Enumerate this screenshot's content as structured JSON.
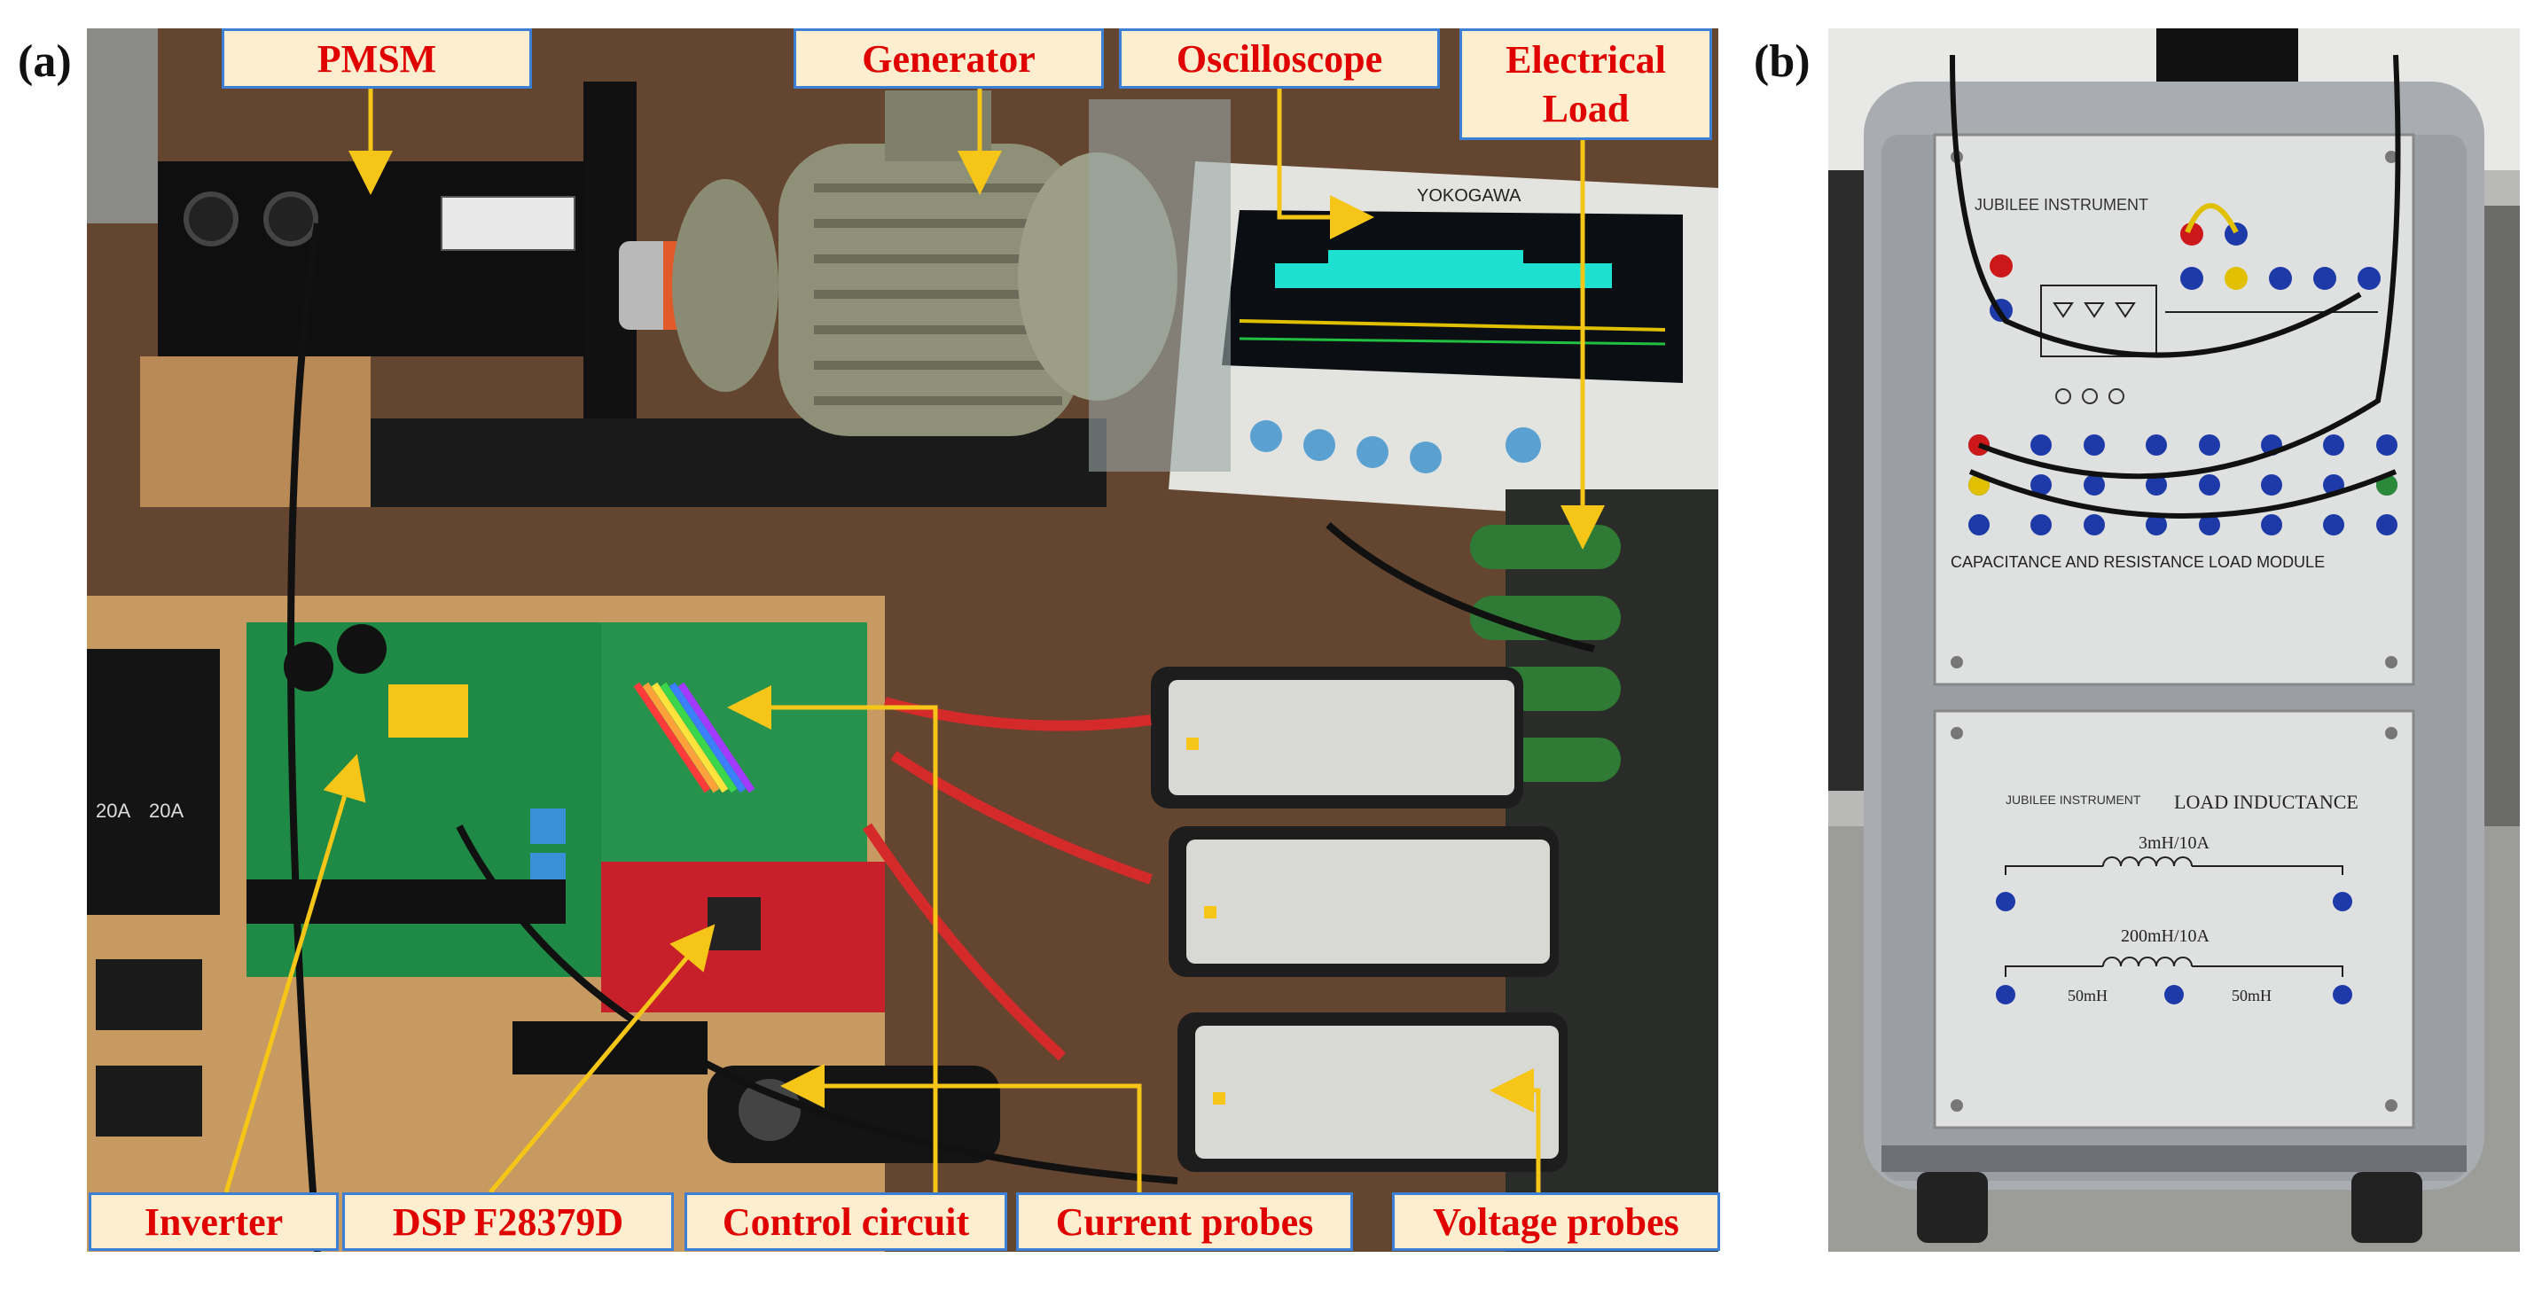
{
  "panels": {
    "a": {
      "letter": "(a)"
    },
    "b": {
      "letter": "(b)"
    }
  },
  "labels": {
    "pmsm": "PMSM",
    "generator": "Generator",
    "oscilloscope": "Oscilloscope",
    "electrical_load": "Electrical Load",
    "inverter": "Inverter",
    "dsp": "DSP F28379D",
    "control_circuit": "Control circuit",
    "current_probes": "Current probes",
    "voltage_probes": "Voltage probes"
  },
  "photo_b_text": {
    "brand_top": "JUBILEE INSTRUMENT",
    "module_title": "CAPACITANCE AND RESISTANCE LOAD MODULE",
    "brand_bottom": "JUBILEE INSTRUMENT",
    "inductance_title": "LOAD INDUCTANCE",
    "coil1": "3mH/10A",
    "coil2": "200mH/10A",
    "tap_left": "50mH",
    "tap_right": "50mH"
  },
  "photo_a_text": {
    "scope_brand": "YOKOGAWA",
    "breaker1": "20A",
    "breaker2": "20A"
  },
  "colors": {
    "label_fill": "#fdeed0",
    "label_border": "#3d7fd4",
    "label_text": "#e00000",
    "arrow": "#f5c518"
  }
}
